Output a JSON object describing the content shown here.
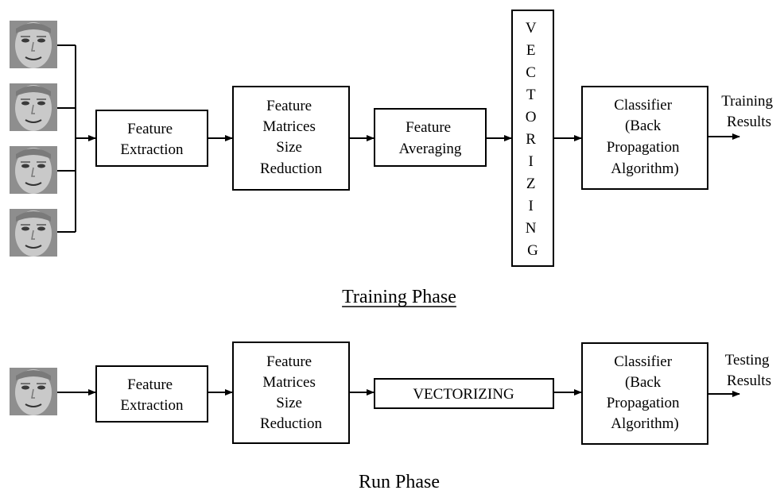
{
  "training": {
    "title": "Training Phase",
    "feature_extraction": [
      "Feature",
      "Extraction"
    ],
    "size_reduction": [
      "Feature",
      "Matrices",
      "Size",
      "Reduction"
    ],
    "averaging": [
      "Feature",
      "Averaging"
    ],
    "vectorizing_letters": [
      "V",
      "E",
      "C",
      "T",
      "O",
      "R",
      "I",
      "Z",
      "I",
      "N",
      "G"
    ],
    "classifier": [
      "Classifier",
      "(Back",
      "Propagation",
      "Algorithm)"
    ],
    "output": [
      "Training",
      "Results"
    ]
  },
  "run": {
    "title": "Run Phase",
    "feature_extraction": [
      "Feature",
      "Extraction"
    ],
    "size_reduction": [
      "Feature",
      "Matrices",
      "Size",
      "Reduction"
    ],
    "vectorizing": "VECTORIZING",
    "classifier": [
      "Classifier",
      "(Back",
      "Propagation",
      "Algorithm)"
    ],
    "output": [
      "Testing",
      "Results"
    ]
  },
  "colors": {
    "stroke": "#000000",
    "face_bg": "#9a9a9a",
    "face_skin": "#c8c8c8"
  },
  "face_images": {
    "training_count": 4,
    "run_count": 1,
    "icon": "face-photo"
  }
}
